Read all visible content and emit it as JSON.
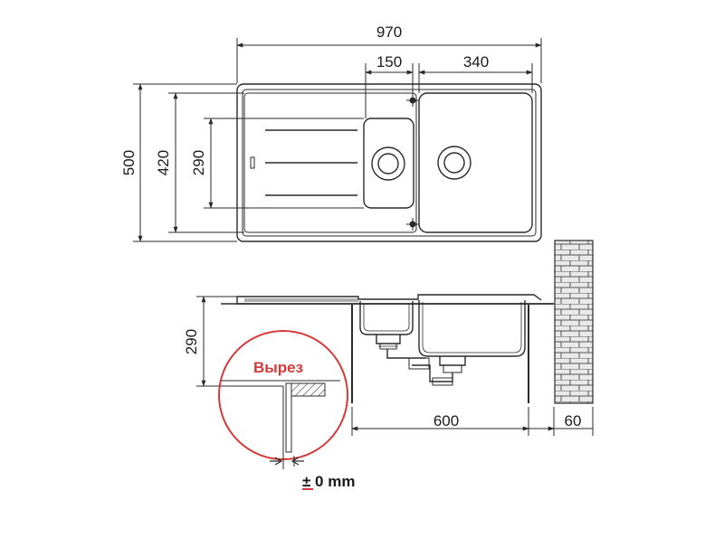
{
  "colors": {
    "line": "#2a2a2a",
    "accent": "#d43a3a",
    "brick": "#e8e8e8"
  },
  "top_view": {
    "overall_width": "970",
    "small_bowl_width": "150",
    "large_bowl_width": "340",
    "overall_depth": "500",
    "inner_depth": "420",
    "bowl_depth": "290"
  },
  "side_view": {
    "bowl_height": "290",
    "cabinet_width": "600",
    "wall_offset": "60"
  },
  "detail": {
    "cutout_label": "Вырез",
    "tolerance_label": "± 0 mm"
  }
}
